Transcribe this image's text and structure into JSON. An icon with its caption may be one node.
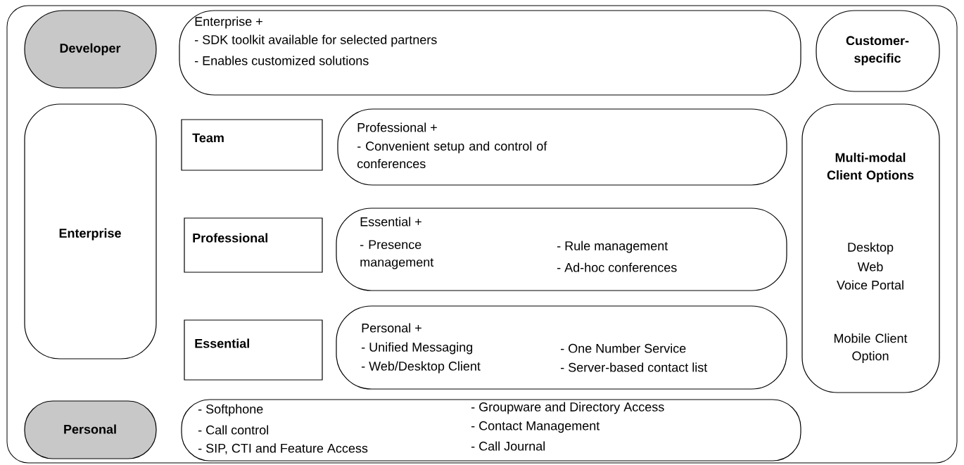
{
  "diagram": {
    "nodes": [
      {
        "text": [
          "Developer"
        ]
      },
      {
        "text": [
          "Enterprise +",
          "- SDK toolkit available for selected partners",
          "- Enables customized solutions"
        ]
      },
      {
        "text": [
          "Customer-specific"
        ]
      },
      {
        "text": [
          "Enterprise"
        ]
      },
      {
        "text": [
          "Team"
        ]
      },
      {
        "text": [
          "Professional +",
          "- Convenient setup and control of conferences"
        ]
      },
      {
        "text": [
          "Multi-modal Client Options",
          "Desktop",
          "Web",
          "Voice Portal",
          "Mobile Client Option"
        ]
      },
      {
        "text": [
          "Professional"
        ]
      },
      {
        "text": [
          "Essential +",
          "- Presence management",
          "- Rule management",
          "- Ad-hoc conferences"
        ]
      },
      {
        "text": [
          "Essential"
        ]
      },
      {
        "text": [
          "Personal +",
          "- Unified Messaging",
          "- Web/Desktop Client",
          "- One Number Service",
          "- Server-based contact list"
        ]
      },
      {
        "text": [
          "Personal"
        ]
      },
      {
        "text": [
          "- Softphone",
          "- Call control",
          "- SIP, CTI and Feature Access",
          "- Groupware and Directory Access",
          "- Contact Management",
          "- Call Journal"
        ]
      }
    ]
  }
}
